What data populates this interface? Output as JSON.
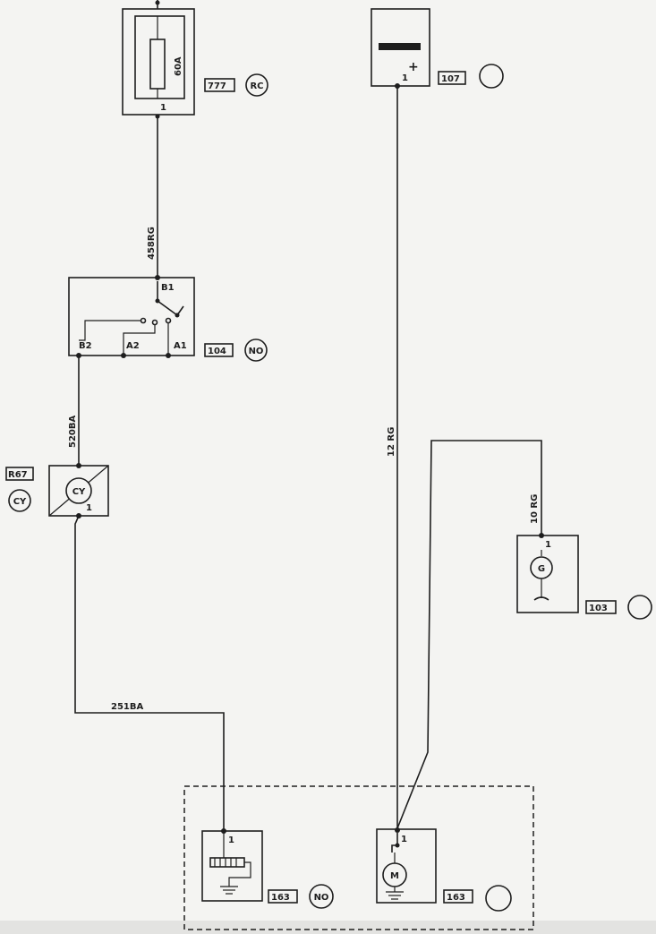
{
  "fuse": {
    "rating": "60A",
    "pin": "1",
    "ref": "777",
    "code": "RC"
  },
  "battery": {
    "polarity": "+",
    "pin": "1",
    "ref": "107"
  },
  "wires": {
    "fuse_to_switch": "458RG",
    "switch_to_sensor": "520BA",
    "battery_to_starter": "12 RG",
    "alternator_lead": "10 RG",
    "sensor_to_heater": "251BA"
  },
  "switch": {
    "ref": "104",
    "code": "NO",
    "pins": {
      "b1": "B1",
      "b2": "B2",
      "a2": "A2",
      "a1": "A1"
    }
  },
  "sensor": {
    "symbol": "CY",
    "pin": "1",
    "ref": "R67",
    "code": "CY"
  },
  "alternator": {
    "symbol": "G",
    "pin": "1",
    "ref": "103"
  },
  "heater": {
    "pin": "1",
    "ref": "163",
    "code": "NO"
  },
  "starter": {
    "symbol": "M",
    "pin": "1",
    "ref": "163"
  }
}
